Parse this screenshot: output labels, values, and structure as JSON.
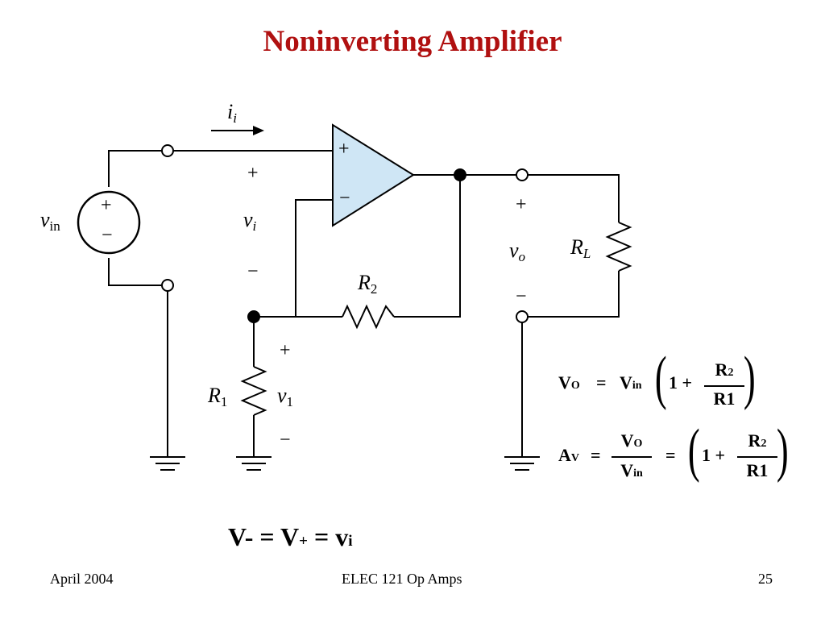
{
  "slide": {
    "title": "Noninverting Amplifier",
    "footer_left": "April  2004",
    "footer_center": "ELEC 121  Op Amps",
    "footer_right": "25"
  },
  "circuit": {
    "source_label_main": "v",
    "source_label_sub": "in",
    "source_plus": "+",
    "source_minus": "−",
    "current_label_main": "i",
    "current_label_sub": "i",
    "opamp_plus": "+",
    "opamp_minus": "−",
    "vi_label_main": "v",
    "vi_label_sub": "i",
    "vi_plus": "+",
    "vi_minus": "−",
    "r2_label_main": "R",
    "r2_label_sub": "2",
    "r1_label_main": "R",
    "r1_label_sub": "1",
    "v1_label_main": "v",
    "v1_label_sub": "1",
    "v1_plus": "+",
    "v1_minus": "−",
    "vo_label_main": "v",
    "vo_label_sub": "o",
    "vo_plus": "+",
    "vo_minus": "−",
    "rl_label_main": "R",
    "rl_label_sub": "L"
  },
  "equations": {
    "eq1": {
      "lhs": "V",
      "lhs_sub": "O",
      "eq_sign": "=",
      "rhs": "V",
      "rhs_sub": "in",
      "one_plus": "1 +",
      "num": "R",
      "num_sub": "2",
      "den": "R1"
    },
    "eq2": {
      "lhs": "A",
      "lhs_sub": "V",
      "eq_sign": "=",
      "num1": "V",
      "num1_sub": "O",
      "den1": "V",
      "den1_sub": "in",
      "eq_sign2": "=",
      "one_plus": "1 +",
      "num2": "R",
      "num2_sub": "2",
      "den2": "R1"
    },
    "bottom": {
      "p1": "V- = V",
      "p1_sub": "+",
      "p2": " = v",
      "p2_sub": "i"
    }
  },
  "colors": {
    "title": "#b01010",
    "opamp_fill": "#cfe6f5"
  }
}
